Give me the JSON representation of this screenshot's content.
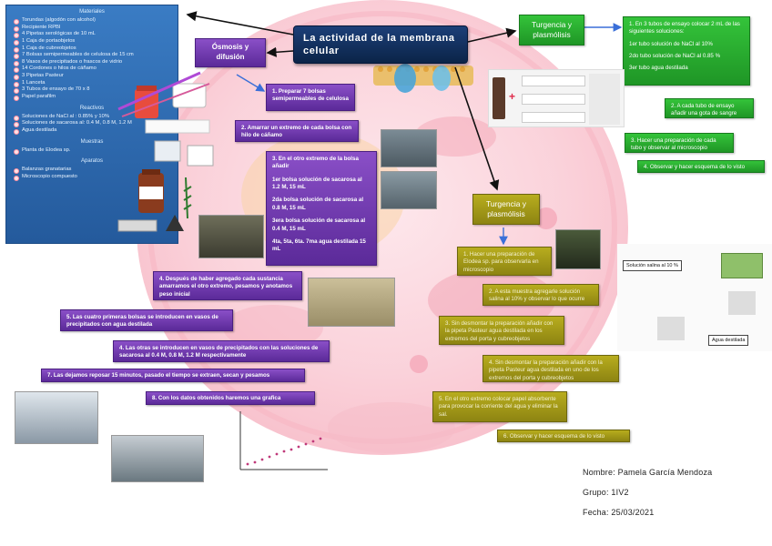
{
  "title": "La actividad de la membrana celular",
  "materials": {
    "header": "Materiales",
    "items": [
      "Torundas (algodón con alcohol)",
      "Recipiente RPBI",
      "4 Pipetas serológicas de 10 mL",
      "1 Caja de portaobjetos",
      "1 Caja de cubreobjetos",
      "7 Bolsas semipermeables de celulosa de 15 cm",
      "8 Vasos de precipitados o frascos de vidrio",
      "14 Cordones o hilos de cáñamo",
      "3 Pipetas Pasteur",
      "1 Lanceta",
      "3 Tubos de ensayo de 70 x 8",
      "Papel parafilm"
    ],
    "reactivos_header": "Reactivos",
    "reactivos": [
      "Soluciones de NaCl al : 0.85% y 10%",
      "Soluciones de sacarosa al: 0.4 M, 0.8 M, 1.2 M",
      "Agua destilada"
    ],
    "muestras_header": "Muestras",
    "muestras": [
      "Planta de Elodea sp."
    ],
    "aparatos_header": "Aparatos",
    "aparatos": [
      "Balanzas granatarias",
      "Microscopio compuesto"
    ]
  },
  "osmosis": {
    "title": "Ósmosis y difusión",
    "steps": [
      "1. Preparar 7 bolsas semipermeables de celulosa",
      "2. Amarrar un extremo de cada bolsa con hilo de cáñamo",
      "3. En el otro extremo de la bolsa añadir",
      "1er bolsa solución de sacarosa al 1.2 M, 15 mL",
      "2da bolsa solución de sacarosa al 0.8 M, 15 mL",
      "3era bolsa solución de sacarosa al 0.4 M, 15 mL",
      "4ta, 5ta, 6ta. 7ma agua destilada 15 mL",
      "4. Después de haber agregado cada sustancia amarramos el otro extremo, pesamos y anotamos peso inicial",
      "5. Las cuatro primeras bolsas se introducen en vasos de precipitados con agua destilada",
      "4. Las otras se introducen en vasos de precipitados con las soluciones de sacarosa al 0.4 M, 0.8 M, 1.2 M respectivamente",
      "7. Las dejamos reposar 15 minutos, pasado el tiempo se extraen, secan y pesamos",
      "8. Con los datos obtenidos haremos una grafica"
    ]
  },
  "turgencia_top": {
    "title": "Turgencia y plasmólisis",
    "steps": [
      "1. En 3 tubos de ensayo colocar 2 mL de las siguientes soluciones:",
      "1er tubo solución de NaCl al 10%",
      "2do tubo solución de NaCl al 0.85 %",
      "3er tubo agua destilada",
      "2. A cada tubo de ensayo añadir una gota de sangre",
      "3. Hacer una preparación de cada tubo y observar al microscopio",
      "4. Observar y hacer esquema de lo visto"
    ]
  },
  "turgencia_bottom": {
    "title": "Turgencia y plasmólisis",
    "steps": [
      "1. Hacer una preparación de Elodea sp. para observarla en microscopio",
      "2. A esta muestra agregarle solución salina al 10% y observar lo que ocurre",
      "3. Sin desmontar la preparación añadir con la pipeta Pasteur agua destilada en los extremos del porta y cubreobjetos",
      "4. Sin desmontar la preparación añadir con la pipeta Pasteur agua destilada en uno de los extremos del porta y cubreobjetos",
      "5. En el otro extremo colocar papel absorbente para provocar la corriente del agua y eliminar la sal.",
      "6. Observar y hacer esquema de lo visto"
    ]
  },
  "figure_labels": {
    "solucion_salina": "Solución salina al 10 %",
    "agua_destilada": "Agua destilada"
  },
  "info": {
    "nombre": "Nombre: Pamela García Mendoza",
    "grupo": "Grupo: 1IV2",
    "fecha": "Fecha: 25/03/2021"
  },
  "colors": {
    "purple": "#6a35ad",
    "olive": "#a59b18",
    "green": "#2aac30",
    "navy": "#0d2a55",
    "materials_panel": "#2f6fb6"
  }
}
